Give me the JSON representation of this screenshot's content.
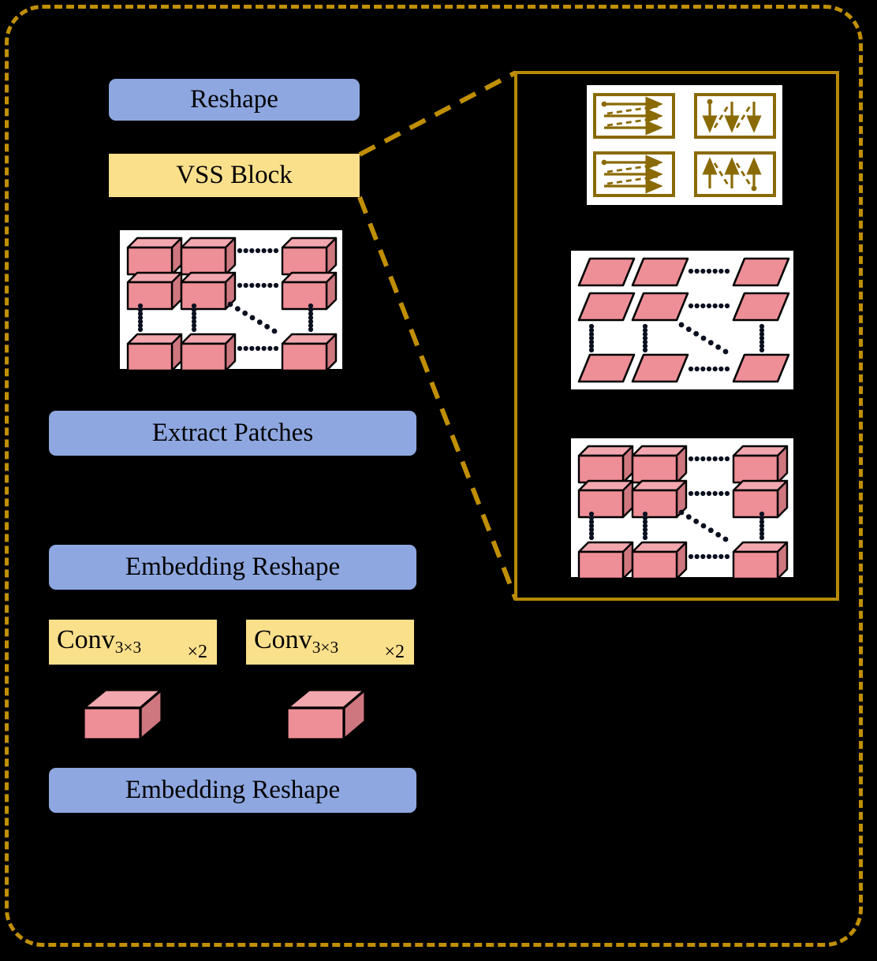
{
  "figure": {
    "title": "VMamba-style patch embedding and VSS block pipeline diagram",
    "background_color": "#000000",
    "frame_color": "#C08F05",
    "accent_blue": "#8EA7E0",
    "accent_yellow": "#FBE08C",
    "patch_pink_front": "#EE8E96",
    "patch_pink_top": "#F2A7AE",
    "patch_pink_side": "#CE777F",
    "arrow_gold": "#8A6A05"
  },
  "pipeline": {
    "reshape_top_label": "Reshape",
    "vss_block_label": "VSS Block",
    "extract_patches_label": "Extract Patches",
    "embedding_reshape_upper_label": "Embedding Reshape",
    "embedding_reshape_lower_label": "Embedding Reshape",
    "conv_left": {
      "name": "Conv",
      "kernel": "3×3",
      "repeat": "×2"
    },
    "conv_right": {
      "name": "Conv",
      "kernel": "3×3",
      "repeat": "×2"
    }
  },
  "detail_panel": {
    "scan_directions": [
      {
        "id": "horizontal-forward",
        "label": "horizontal-forward-scan",
        "rows": 3
      },
      {
        "id": "vertical-down",
        "label": "vertical-downward-scan",
        "cols": 3
      },
      {
        "id": "horizontal-forward-2",
        "label": "horizontal-forward-scan",
        "rows": 3
      },
      {
        "id": "vertical-up",
        "label": "vertical-upward-scan",
        "cols": 3
      }
    ],
    "flattened_patch_grid": {
      "label": "flattened-patch-grid",
      "shape": "parallelogram",
      "rows": 3,
      "cols": 3
    },
    "cuboid_patch_grid": {
      "label": "cuboid-patch-grid",
      "shape": "cuboid",
      "rows": 3,
      "cols": 3
    }
  },
  "main_patch_grid": {
    "label": "cuboid-patch-grid",
    "shape": "cuboid",
    "rows": 3,
    "cols": 3
  },
  "feature_cuboids": [
    {
      "id": "left-feature-cuboid",
      "label": "feature-volume"
    },
    {
      "id": "right-feature-cuboid",
      "label": "feature-volume"
    }
  ]
}
